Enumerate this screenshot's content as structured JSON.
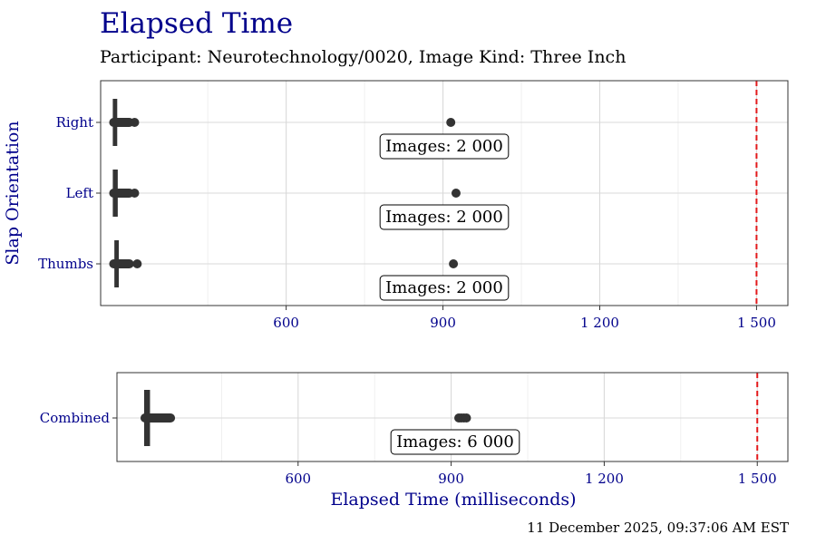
{
  "header": {
    "title": "Elapsed Time",
    "subtitle": "Participant: Neurotechnology/0020, Image Kind: Three Inch"
  },
  "footer": {
    "timestamp": "11 December 2025, 09:37:06 AM EST"
  },
  "colors": {
    "title": "#00008b",
    "threshold": "#e31a1c",
    "points": "#333333",
    "grid": "#d9d9d9"
  },
  "chart_data": [
    {
      "type": "scatter",
      "ylabel": "Slap Orientation",
      "xlabel": "",
      "xlim": [
        245,
        1560
      ],
      "xticks": [
        600,
        900,
        1200,
        1500
      ],
      "xtick_labels": [
        "600",
        "900",
        "1 200",
        "1 500"
      ],
      "threshold": 1500,
      "categories": [
        "Right",
        "Left",
        "Thumbs"
      ],
      "series": [
        {
          "category": "Right",
          "box": [
            270,
            275
          ],
          "cluster": [
            270,
            300
          ],
          "points": [
            310,
            915
          ],
          "label": "Images: 2 000"
        },
        {
          "category": "Left",
          "box": [
            270,
            276
          ],
          "cluster": [
            270,
            300
          ],
          "points": [
            310,
            925
          ],
          "label": "Images: 2 000"
        },
        {
          "category": "Thumbs",
          "box": [
            273,
            278
          ],
          "cluster": [
            270,
            300
          ],
          "points": [
            315,
            920
          ],
          "label": "Images: 2 000"
        }
      ]
    },
    {
      "type": "scatter",
      "ylabel": "",
      "xlabel": "Elapsed Time (milliseconds)",
      "xlim": [
        245,
        1560
      ],
      "xticks": [
        600,
        900,
        1200,
        1500
      ],
      "xtick_labels": [
        "600",
        "900",
        "1 200",
        "1 500"
      ],
      "threshold": 1500,
      "categories": [
        "Combined"
      ],
      "series": [
        {
          "category": "Combined",
          "box": [
            300,
            308
          ],
          "cluster": [
            300,
            350
          ],
          "points": [
            915,
            920,
            925,
            930
          ],
          "label": "Images: 6 000"
        }
      ]
    }
  ]
}
